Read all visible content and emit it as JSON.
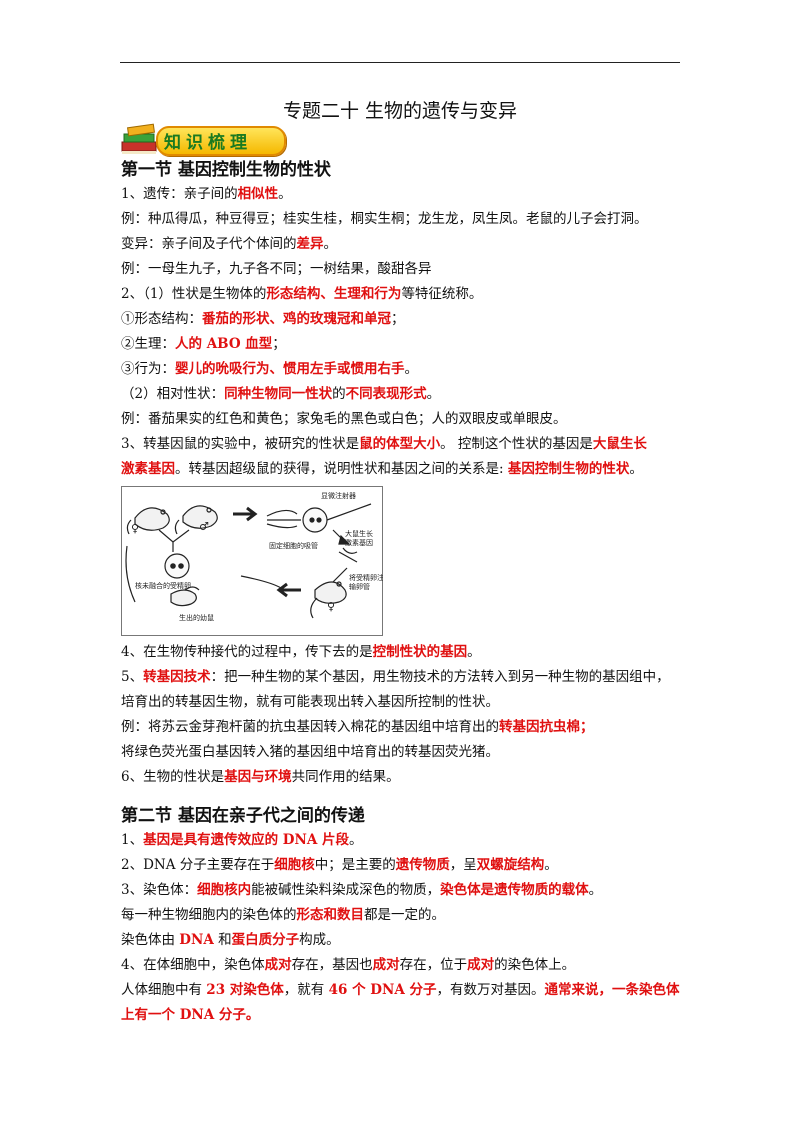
{
  "title": "专题二十  生物的遗传与变异",
  "banner": "知识梳理",
  "section1": {
    "heading": "第一节  基因控制生物的性状",
    "lines": [
      [
        {
          "t": "1、遗传：亲子间的"
        },
        {
          "t": "相似性",
          "r": true
        },
        {
          "t": "。"
        }
      ],
      [
        {
          "t": "例：种瓜得瓜，种豆得豆；桂实生桂，桐实生桐；龙生龙，凤生凤。老鼠的儿子会打洞。"
        }
      ],
      [
        {
          "t": "变异：亲子间及子代个体间的"
        },
        {
          "t": "差异",
          "r": true
        },
        {
          "t": "。"
        }
      ],
      [
        {
          "t": "例：一母生九子，九子各不同；一树结果，酸甜各异"
        }
      ],
      [
        {
          "t": "2、（1）性状是生物体的"
        },
        {
          "t": "形态结构、生理和行为",
          "r": true
        },
        {
          "t": "等特征统称。"
        }
      ],
      [
        {
          "t": "①形态结构："
        },
        {
          "t": "番茄的形状、鸡的玫瑰冠和单冠",
          "r": true
        },
        {
          "t": "；"
        }
      ],
      [
        {
          "t": "②生理："
        },
        {
          "t": "人的 ABO 血型",
          "r": true
        },
        {
          "t": "；"
        }
      ],
      [
        {
          "t": "③行为："
        },
        {
          "t": "婴儿的吮吸行为、惯用左手或惯用右手",
          "r": true
        },
        {
          "t": "。"
        }
      ],
      [
        {
          "t": "（2）相对性状："
        },
        {
          "t": "同种生物同一性状",
          "r": true
        },
        {
          "t": "的"
        },
        {
          "t": "不同表现形式",
          "r": true
        },
        {
          "t": "。"
        }
      ],
      [
        {
          "t": "例：番茄果实的红色和黄色；家兔毛的黑色或白色；人的双眼皮或单眼皮。"
        }
      ],
      [
        {
          "t": "3、转基因鼠的实验中，被研究的性状是"
        },
        {
          "t": "鼠的体型大小",
          "r": true
        },
        {
          "t": "。 控制这个性状的基因是"
        },
        {
          "t": "大鼠生长",
          "r": true
        }
      ],
      [
        {
          "t": "激素基因",
          "r": true
        },
        {
          "t": "。转基因超级鼠的获得，说明性状和基因之间的关系是: "
        },
        {
          "t": "基因控制生物的性状",
          "r": true
        },
        {
          "t": "。"
        }
      ]
    ],
    "figure_labels": {
      "injector": "显微注射器",
      "hormone": "大鼠生长\n激素基因",
      "fix": "固定细胞的吸管",
      "fused": "核未融合的受精卵",
      "inject": "将受精卵注入\n输卵管",
      "born": "生出的幼鼠",
      "female": "♀",
      "male": "♂"
    },
    "lines2": [
      [
        {
          "t": "4、在生物传种接代的过程中，传下去的是"
        },
        {
          "t": "控制性状的基因",
          "r": true
        },
        {
          "t": "。"
        }
      ],
      [
        {
          "t": "5、"
        },
        {
          "t": "转基因技术",
          "r": true
        },
        {
          "t": "：把一种生物的某个基因，用生物技术的方法转入到另一种生物的基因组中，"
        }
      ],
      [
        {
          "t": "培育出的转基因生物，就有可能表现出转入基因所控制的性状。"
        }
      ],
      [
        {
          "t": "例：将苏云金芽孢杆菌的抗虫基因转入棉花的基因组中培育出的"
        },
        {
          "t": "转基因抗虫棉；",
          "r": true
        }
      ],
      [
        {
          "t": "将绿色荧光蛋白基因转入猪的基因组中培育出的转基因荧光猪。"
        }
      ],
      [
        {
          "t": "6、生物的性状是"
        },
        {
          "t": "基因与环境",
          "r": true
        },
        {
          "t": "共同作用的结果。"
        }
      ]
    ]
  },
  "section2": {
    "heading": "第二节  基因在亲子代之间的传递",
    "lines": [
      [
        {
          "t": "1、"
        },
        {
          "t": "基因是具有遗传效应的 DNA 片段",
          "r": true
        },
        {
          "t": "。"
        }
      ],
      [
        {
          "t": "2、DNA 分子主要存在于"
        },
        {
          "t": "细胞核",
          "r": true
        },
        {
          "t": "中；是主要的"
        },
        {
          "t": "遗传物质",
          "r": true
        },
        {
          "t": "，呈"
        },
        {
          "t": "双螺旋结构",
          "r": true
        },
        {
          "t": "。"
        }
      ],
      [
        {
          "t": "3、染色体："
        },
        {
          "t": "细胞核内",
          "r": true
        },
        {
          "t": "能被碱性染料染成深色的物质，"
        },
        {
          "t": "染色体是遗传物质的载体",
          "r": true
        },
        {
          "t": "。"
        }
      ],
      [
        {
          "t": "每一种生物细胞内的染色体的"
        },
        {
          "t": "形态和数目",
          "r": true
        },
        {
          "t": "都是一定的。"
        }
      ],
      [
        {
          "t": "染色体由 "
        },
        {
          "t": "DNA",
          "r": true
        },
        {
          "t": " 和"
        },
        {
          "t": "蛋白质分子",
          "r": true
        },
        {
          "t": "构成。"
        }
      ],
      [
        {
          "t": "4、在体细胞中，染色体"
        },
        {
          "t": "成对",
          "r": true
        },
        {
          "t": "存在，基因也"
        },
        {
          "t": "成对",
          "r": true
        },
        {
          "t": "存在，位于"
        },
        {
          "t": "成对",
          "r": true
        },
        {
          "t": "的染色体上。"
        }
      ],
      [
        {
          "t": "人体细胞中有 "
        },
        {
          "t": "23 对染色体",
          "r": true
        },
        {
          "t": "，就有 "
        },
        {
          "t": "46 个 DNA 分子",
          "r": true
        },
        {
          "t": "，有数万对基因。"
        },
        {
          "t": "通常来说，一条染色体",
          "r": true
        }
      ],
      [
        {
          "t": "上有一个 DNA 分子。",
          "r": true
        }
      ]
    ]
  }
}
